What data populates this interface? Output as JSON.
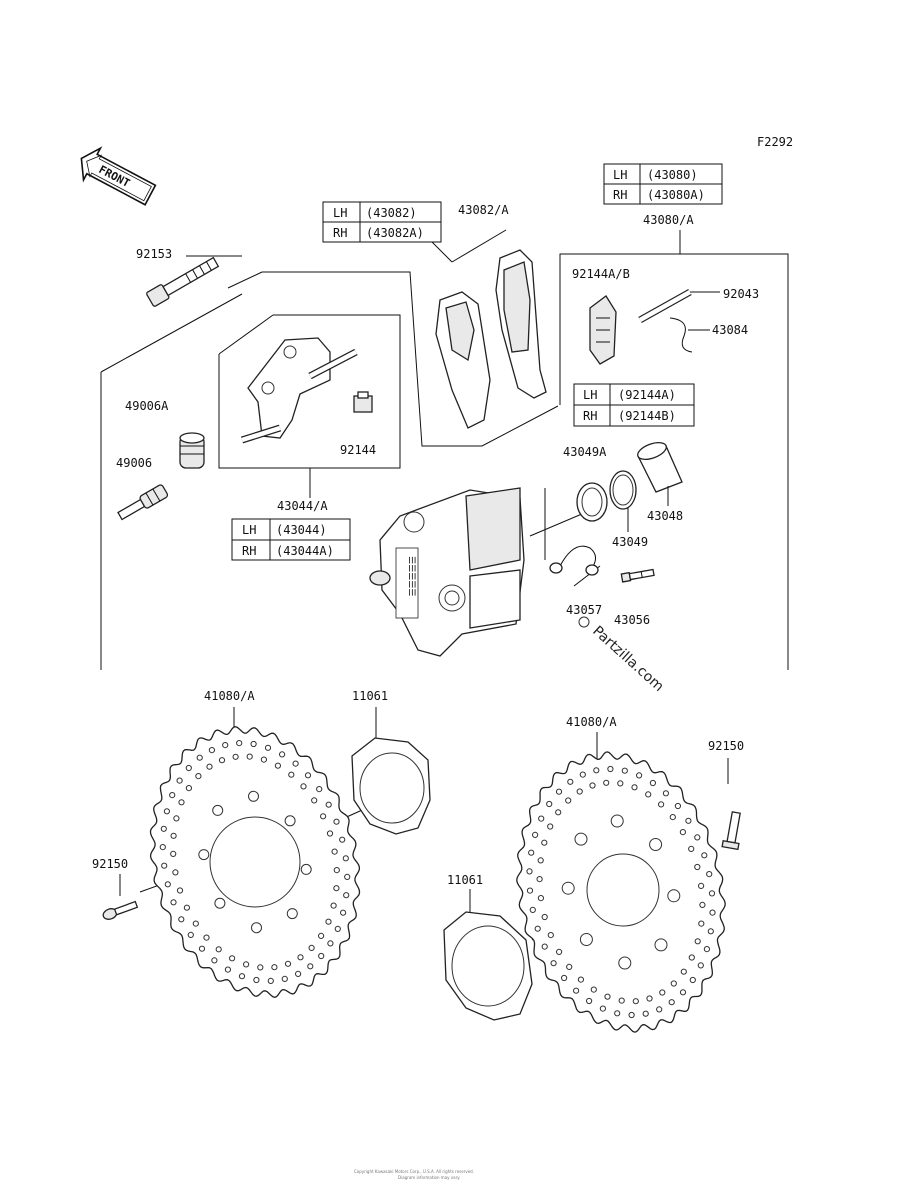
{
  "figure_code": "F2292",
  "front_arrow_label": "FRONT",
  "watermark": "Partzilla.com",
  "footer": {
    "line1": "Copyright Kawasaki Motors Corp., U.S.A. All rights reserved.",
    "line2": "Diagram information may vary."
  },
  "labels": {
    "p43082a": "43082/A",
    "p43080a": "43080/A",
    "p92153": "92153",
    "p92144ab": "92144A/B",
    "p92043": "92043",
    "p43084": "43084",
    "p49006a": "49006A",
    "p92144": "92144",
    "p49006": "49006",
    "p43049a": "43049A",
    "p43048": "43048",
    "p43049": "43049",
    "p43044a": "43044/A",
    "p43057": "43057",
    "p43056": "43056",
    "p41080a_left": "41080/A",
    "p11061_top": "11061",
    "p41080a_right": "41080/A",
    "p92150_right": "92150",
    "p92150_left": "92150",
    "p11061_bottom": "11061"
  },
  "tables": {
    "t43082": {
      "rows": [
        {
          "side": "LH",
          "code": "(43082)"
        },
        {
          "side": "RH",
          "code": "(43082A)"
        }
      ]
    },
    "t43080": {
      "rows": [
        {
          "side": "LH",
          "code": "(43080)"
        },
        {
          "side": "RH",
          "code": "(43080A)"
        }
      ]
    },
    "t92144": {
      "rows": [
        {
          "side": "LH",
          "code": "(92144A)"
        },
        {
          "side": "RH",
          "code": "(92144B)"
        }
      ]
    },
    "t43044": {
      "rows": [
        {
          "side": "LH",
          "code": "(43044)"
        },
        {
          "side": "RH",
          "code": "(43044A)"
        }
      ]
    }
  }
}
